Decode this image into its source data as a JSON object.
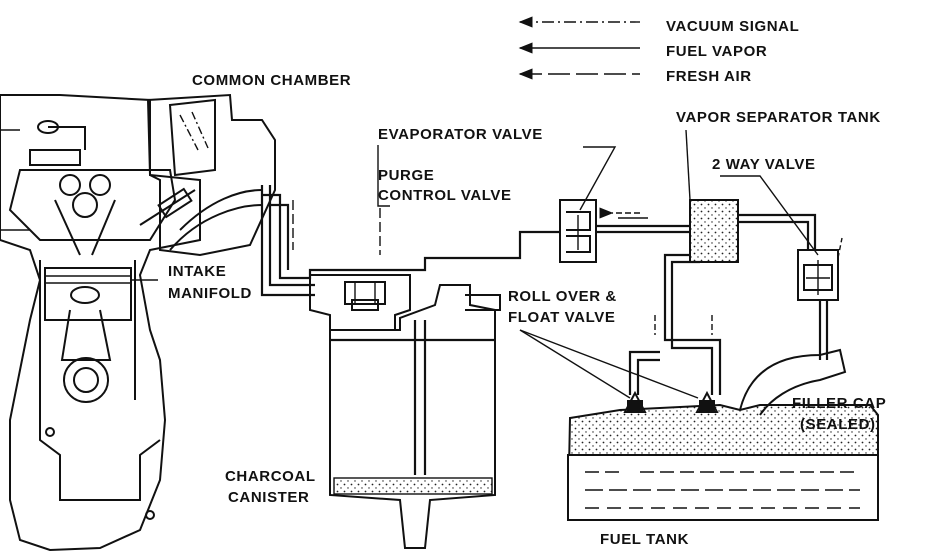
{
  "legend": {
    "vacuum_signal": "VACUUM SIGNAL",
    "fuel_vapor": "FUEL VAPOR",
    "fresh_air": "FRESH AIR"
  },
  "labels": {
    "common_chamber": "COMMON CHAMBER",
    "evaporator_valve": "EVAPORATOR VALVE",
    "vapor_separator_tank": "VAPOR SEPARATOR TANK",
    "purge_line1": "PURGE",
    "purge_line2": "CONTROL VALVE",
    "two_way_valve": "2 WAY VALVE",
    "intake_line1": "INTAKE",
    "intake_line2": "MANIFOLD",
    "rollover_line1": "ROLL OVER &",
    "rollover_line2": "FLOAT VALVE",
    "filler_line1": "FILLER CAP",
    "filler_line2": "(SEALED)",
    "charcoal_line1": "CHARCOAL",
    "charcoal_line2": "CANISTER",
    "fuel_tank": "FUEL TANK"
  }
}
